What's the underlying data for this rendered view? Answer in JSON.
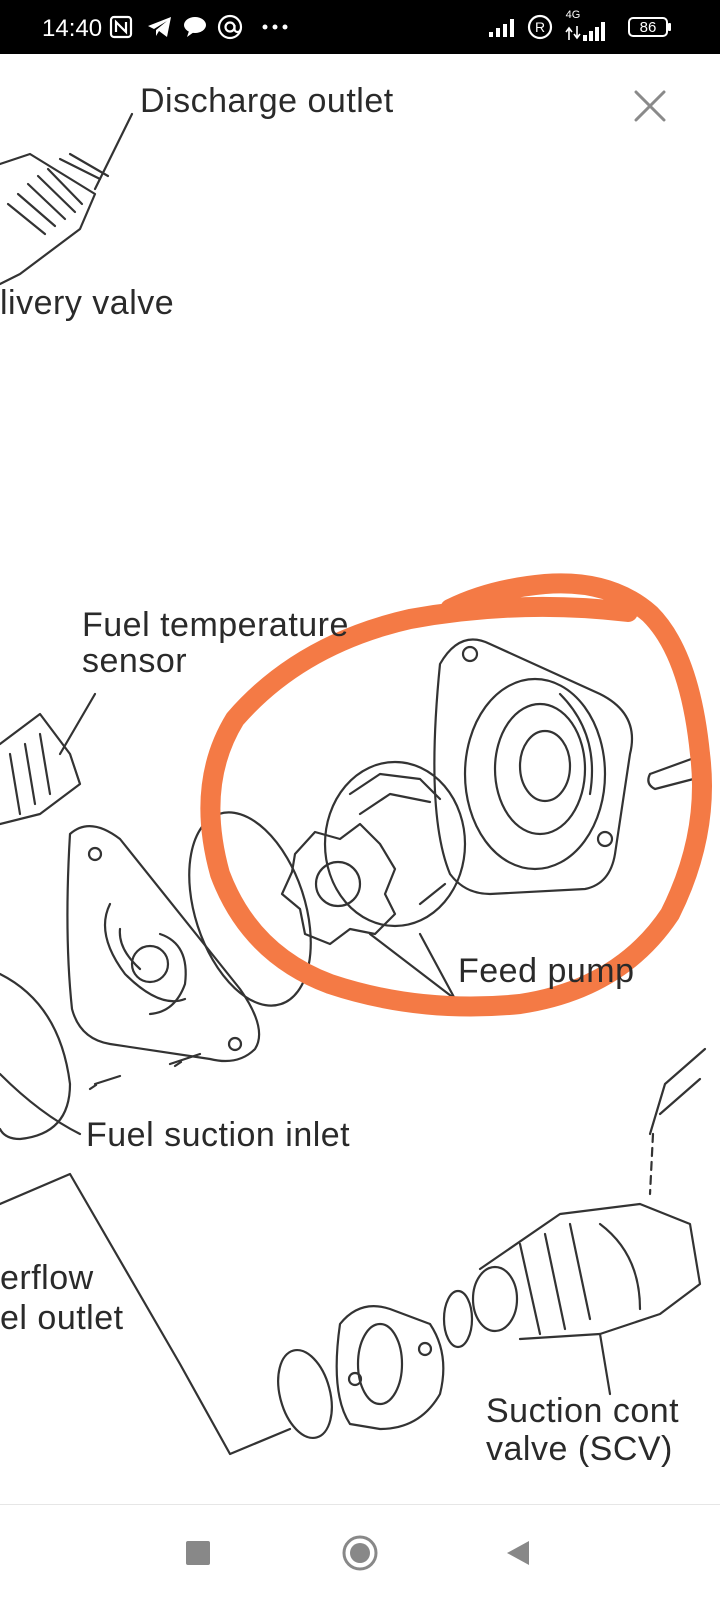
{
  "status_bar": {
    "time": "14:40",
    "left_icons": [
      "nfc-icon",
      "telegram-icon",
      "chat-bubble-icon",
      "at-sign-icon",
      "more-dots-icon"
    ],
    "network_type": "4G",
    "roaming_label": "R",
    "battery_level": "86"
  },
  "viewer": {
    "labels": {
      "discharge_outlet": "Discharge outlet",
      "delivery_valve": "livery valve",
      "fuel_temperature_sensor_line1": "Fuel temperature",
      "fuel_temperature_sensor_line2": "sensor",
      "feed_pump": "Feed pump",
      "fuel_suction_inlet": "Fuel suction inlet",
      "overflow_line1": "erflow",
      "overflow_line2": "el outlet",
      "scv_line1": "Suction cont",
      "scv_line2": "valve (SCV)"
    },
    "annotation_color": "#f47a45"
  },
  "nav_bar": {
    "buttons": [
      "recents-square-icon",
      "home-circle-icon",
      "back-triangle-icon"
    ]
  }
}
